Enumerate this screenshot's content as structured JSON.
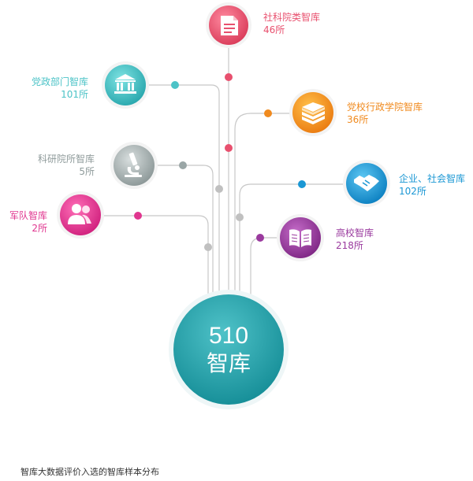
{
  "center": {
    "value": "510",
    "unit": "智库"
  },
  "nodes": [
    {
      "id": "social-science",
      "name": "社科院类智库",
      "count": "46所",
      "color": "#e8506e",
      "icon": "document-icon"
    },
    {
      "id": "party-gov",
      "name": "党政部门智库",
      "count": "101所",
      "color": "#4cc3c7",
      "icon": "government-building-icon"
    },
    {
      "id": "party-school",
      "name": "党校行政学院智库",
      "count": "36所",
      "color": "#f08a1e",
      "icon": "book-stack-icon"
    },
    {
      "id": "research-institute",
      "name": "科研院所智库",
      "count": "5所",
      "color": "#9aa6a6",
      "icon": "microscope-icon"
    },
    {
      "id": "enterprise-social",
      "name": "企业、社会智库",
      "count": "102所",
      "color": "#1a97d4",
      "icon": "handshake-icon"
    },
    {
      "id": "military",
      "name": "军队智库",
      "count": "2所",
      "color": "#e0368f",
      "icon": "people-icon"
    },
    {
      "id": "university",
      "name": "高校智库",
      "count": "218所",
      "color": "#9a3a9e",
      "icon": "open-book-icon"
    }
  ],
  "caption": "智库大数据评价入选的智库样本分布"
}
